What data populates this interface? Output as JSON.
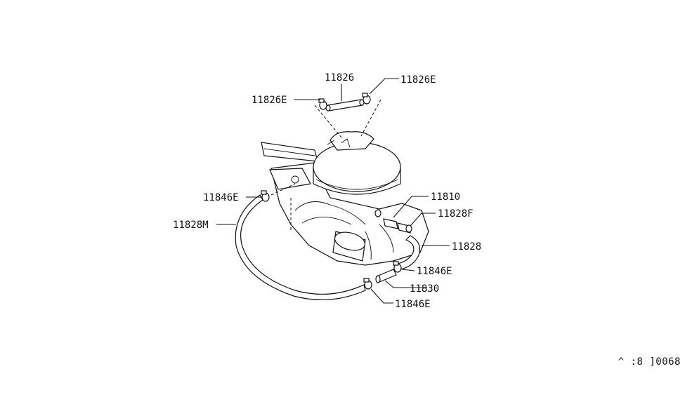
{
  "callouts": {
    "hose_top": "11826",
    "clamp_top_right": "11826E",
    "clamp_top_left": "11826E",
    "clamp_left": "11846E",
    "hose_long": "11828M",
    "valve": "11810",
    "hose_small": "11828F",
    "hose_right": "11828",
    "clamp_right": "11846E",
    "hose_short": "11830",
    "clamp_bottom": "11846E"
  },
  "reference_code": "^ :8 ]0068",
  "colors": {
    "line": "#111111",
    "background": "#ffffff"
  }
}
